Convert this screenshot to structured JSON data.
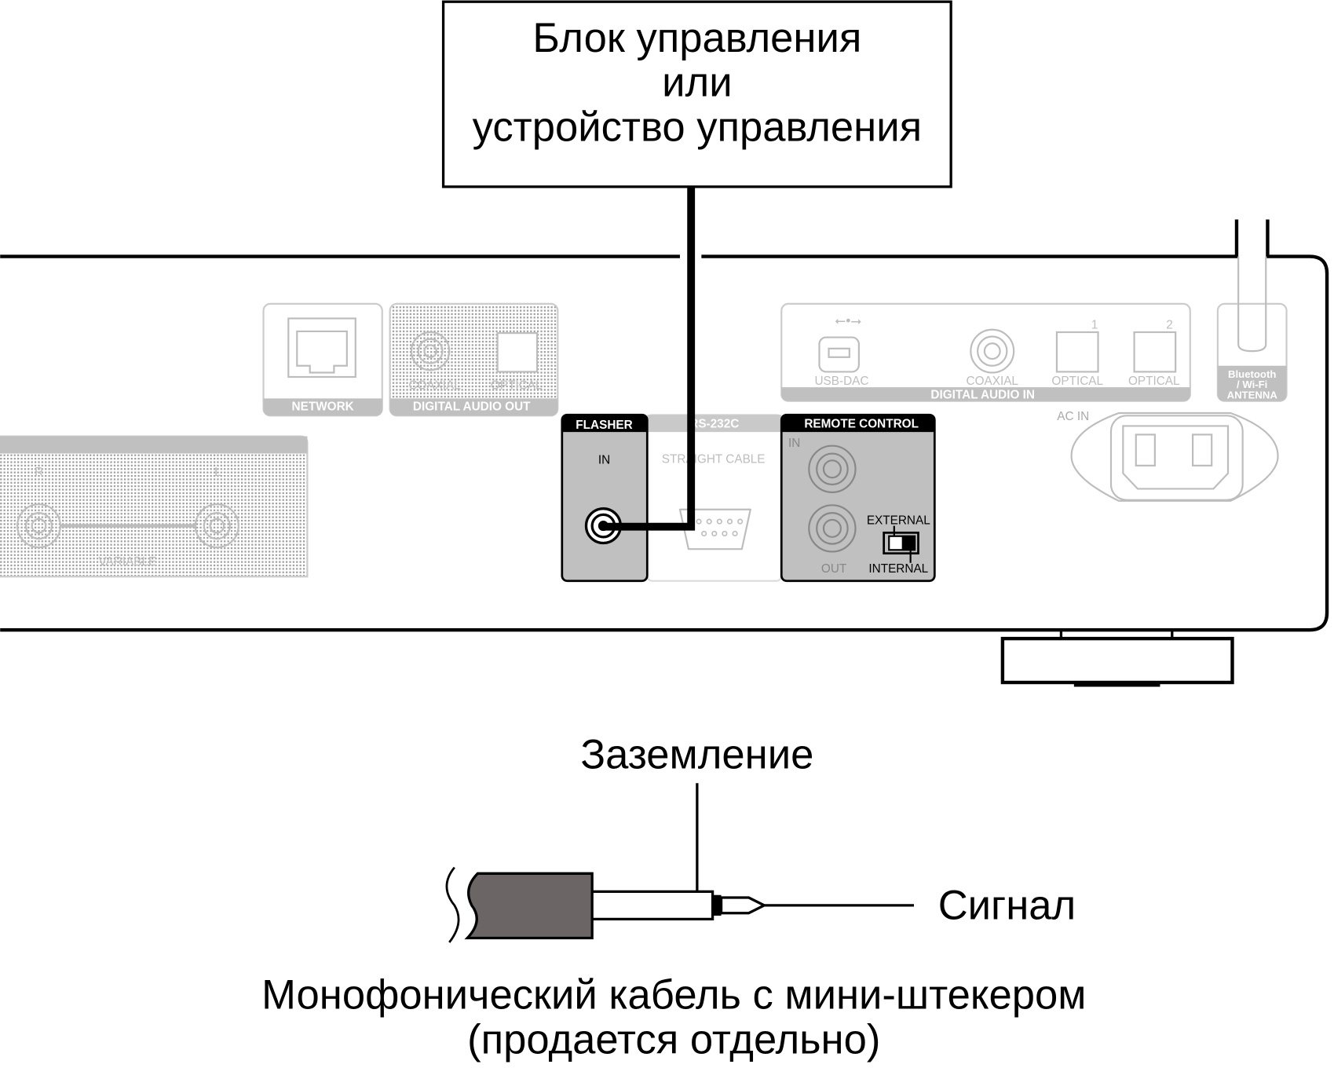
{
  "control_box": {
    "line1": "Блок управления",
    "line2": "или",
    "line3": "устройство управления"
  },
  "device": {
    "network": "NETWORK",
    "digital_audio_out": {
      "title": "DIGITAL AUDIO OUT",
      "coaxial": "COAXIAL",
      "optical": "OPTICAL"
    },
    "analog_out": {
      "r": "R",
      "l": "L",
      "variable": "VARIABLE"
    },
    "flasher": {
      "title": "FLASHER",
      "in": "IN"
    },
    "rs232c": {
      "title": "RS-232C",
      "note": "STRAIGHT CABLE"
    },
    "remote_control": {
      "title": "REMOTE CONTROL",
      "in": "IN",
      "out": "OUT",
      "external": "EXTERNAL",
      "internal": "INTERNAL"
    },
    "digital_audio_in": {
      "title": "DIGITAL AUDIO IN",
      "usb": "USB-DAC",
      "coaxial": "COAXIAL",
      "optical1": "OPTICAL",
      "optical2": "OPTICAL",
      "num1": "1",
      "num2": "2"
    },
    "antenna": {
      "line1": "Bluetooth",
      "line2": "/ Wi-Fi",
      "line3": "ANTENNA"
    },
    "ac_in": "AC IN"
  },
  "plug": {
    "ground": "Заземление",
    "signal": "Сигнал",
    "caption1": "Монофонический кабель с мини-штекером",
    "caption2": "(продается отдельно)"
  },
  "colors": {
    "panel_gray": "#c0c0c0",
    "plug_body": "#6b6566"
  }
}
